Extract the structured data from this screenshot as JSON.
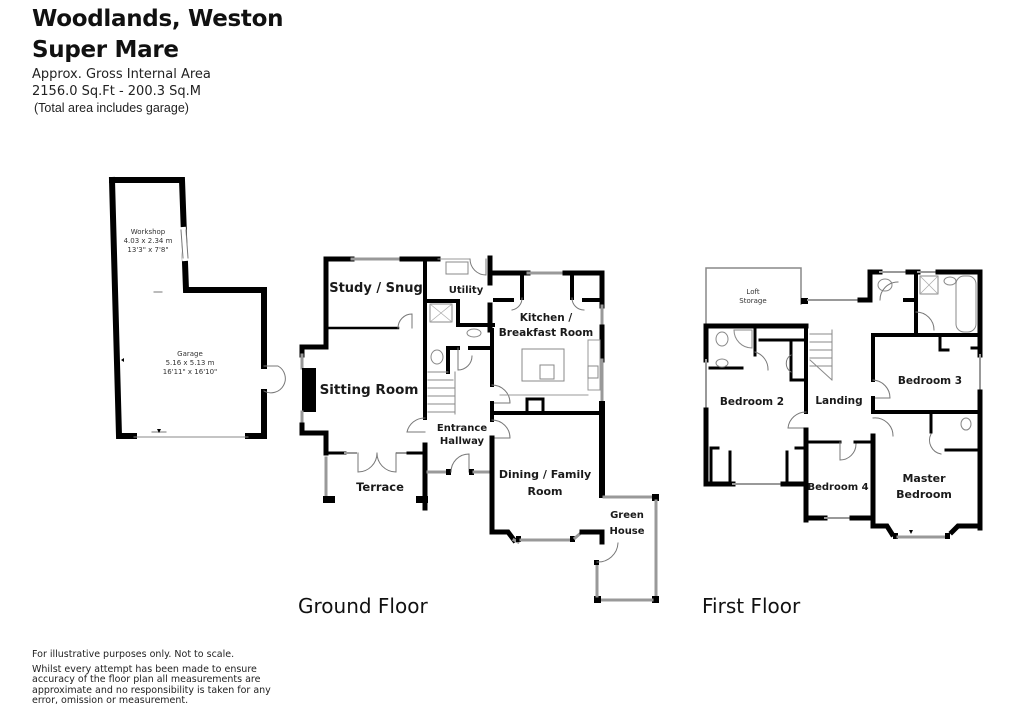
{
  "header": {
    "title_line1": "Woodlands, Weston",
    "title_line2": "Super Mare",
    "area_label": "Approx. Gross Internal Area",
    "area_value": "2156.0 Sq.Ft - 200.3 Sq.M",
    "area_note": "(Total area includes garage)"
  },
  "floors": {
    "ground": {
      "label": "Ground Floor",
      "rooms": {
        "study": "Study / Snug",
        "utility": "Utility",
        "kitchen_l1": "Kitchen /",
        "kitchen_l2": "Breakfast Room",
        "sitting": "Sitting Room",
        "entrance_l1": "Entrance",
        "entrance_l2": "Hallway",
        "terrace": "Terrace",
        "dining_l1": "Dining / Family",
        "dining_l2": "Room",
        "green_l1": "Green",
        "green_l2": "House"
      }
    },
    "garage": {
      "workshop": {
        "name": "Workshop",
        "metric": "4.03 x 2.34 m",
        "imperial": "13'3\" x 7'8\""
      },
      "garage": {
        "name": "Garage",
        "metric": "5.16 x 5.13 m",
        "imperial": "16'11\" x 16'10\""
      }
    },
    "first": {
      "label": "First Floor",
      "rooms": {
        "loft_l1": "Loft",
        "loft_l2": "Storage",
        "bedroom2": "Bedroom 2",
        "landing": "Landing",
        "bedroom3": "Bedroom 3",
        "bedroom4": "Bedroom 4",
        "master_l1": "Master",
        "master_l2": "Bedroom"
      }
    }
  },
  "disclaimer": {
    "line1": "For illustrative purposes only. Not to scale.",
    "line2": "Whilst every attempt has been made to ensure accuracy of the floor plan all measurements are approximate and no responsibility is taken for any error, omission or measurement."
  }
}
